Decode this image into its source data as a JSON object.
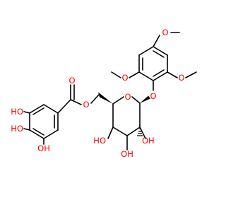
{
  "labels": {
    "o": "O",
    "ho": "HO",
    "oh": "OH"
  },
  "colors": {
    "bond": "#000000",
    "oxygen": "#ff0000",
    "background": "#ffffff"
  }
}
